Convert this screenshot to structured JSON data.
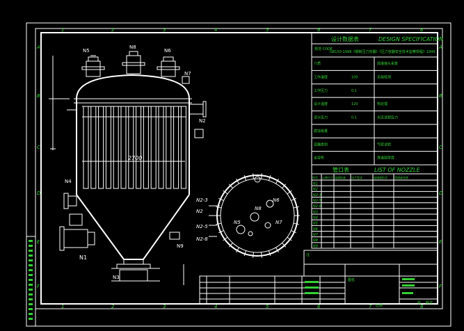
{
  "grid": {
    "cols_top": [
      "1",
      "2",
      "3",
      "4",
      "5",
      "6",
      "7",
      "8"
    ],
    "cols_bottom": [
      "1",
      "2",
      "3",
      "4",
      "5",
      "6",
      "7",
      "8"
    ],
    "rows_left": [
      "A",
      "B",
      "C",
      "D",
      "E",
      "F"
    ],
    "rows_right": [
      "A",
      "B",
      "C",
      "D",
      "E",
      "F"
    ]
  },
  "drawing": {
    "dimension": "2700",
    "nozzles": {
      "n5": "N5",
      "n8": "N8",
      "n6": "N6",
      "n7": "N7",
      "n2": "N2",
      "n4": "N4",
      "n1": "N1",
      "n9": "N9",
      "n3": "N3"
    },
    "plan_labels": {
      "n8": "N8",
      "n6": "N6",
      "n5": "N5",
      "n7": "N7",
      "n2_3": "N2-3",
      "n2": "N2",
      "n2_5": "N2-5",
      "n2_8": "N2-8"
    }
  },
  "spec": {
    "title_cn": "设计数据表",
    "title_en": "DESIGN SPECIFICATION",
    "code_label": "规范\nCODE",
    "code_value": "GB150-1998《钢制压力容器》《压力容器安全技术监察规程》1999",
    "rows": [
      {
        "l": "介质",
        "c1": "",
        "c2": "",
        "r": "焊接接头系数"
      },
      {
        "l": "工作温度",
        "c1": "",
        "c2": "100",
        "r": "无损检测"
      },
      {
        "l": "工作压力",
        "c1": "",
        "c2": "0.1",
        "r": ""
      },
      {
        "l": "设计温度",
        "c1": "",
        "c2": "120",
        "r": "热处理"
      },
      {
        "l": "设计压力",
        "c1": "",
        "c2": "0.1",
        "r": "水压试验压力"
      },
      {
        "l": "腐蚀裕量",
        "c1": "",
        "c2": "",
        "r": ""
      },
      {
        "l": "容器类别",
        "c1": "",
        "c2": "",
        "r": "气密试验"
      },
      {
        "l": "全容积",
        "c1": "",
        "c2": "",
        "r": "保温层厚度"
      }
    ]
  },
  "nozzle_table": {
    "title_cn": "管口表",
    "title_en": "LIST OF NOZZLE",
    "headers": [
      "符号",
      "公称尺寸",
      "连接标准",
      "法兰型式",
      "连接面形式",
      "用途或名称"
    ],
    "rows": [
      [
        "N1",
        "",
        "",
        "",
        "",
        ""
      ],
      [
        "N2",
        "",
        "",
        "",
        "",
        ""
      ],
      [
        "N2-3",
        "",
        "",
        "",
        "",
        ""
      ],
      [
        "N2-5",
        "",
        "",
        "",
        "",
        ""
      ],
      [
        "N2-8",
        "",
        "",
        "",
        "",
        ""
      ],
      [
        "N3",
        "",
        "",
        "",
        "",
        ""
      ],
      [
        "N4",
        "",
        "",
        "",
        "",
        ""
      ],
      [
        "N5",
        "",
        "",
        "",
        "",
        ""
      ],
      [
        "N6",
        "",
        "",
        "",
        "",
        ""
      ],
      [
        "N7",
        "",
        "",
        "",
        "",
        ""
      ],
      [
        "N8",
        "",
        "",
        "",
        "",
        ""
      ],
      [
        "N9",
        "",
        "",
        "",
        "",
        ""
      ]
    ]
  },
  "title_block": {
    "title_label": "图名",
    "note_label": "注",
    "scale_label": "比例",
    "sheet_label": "张",
    "rev_label": "版次"
  },
  "colors": {
    "frame": "#ffffff",
    "text": "#35d135",
    "accent": "#e8e845",
    "background": "#000000"
  }
}
